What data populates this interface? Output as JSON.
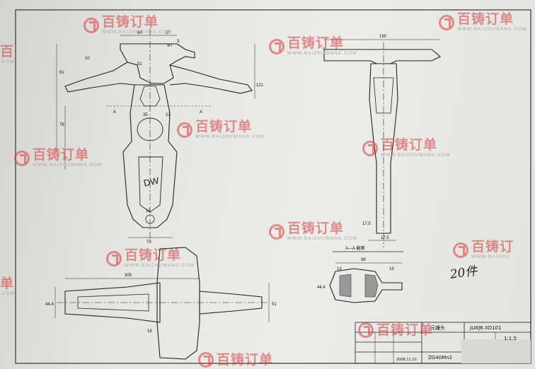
{
  "watermark": {
    "brand": "百铸订单",
    "url": "WWW.BAIZHUWANG.COM",
    "color": "#d63c3c"
  },
  "drawing": {
    "part_mark": "DW",
    "section_label": "A—A 截面",
    "section_marks": [
      "A",
      "A"
    ],
    "handwritten_note": "20件",
    "dimensions": {
      "top_64": "64",
      "top_27": "27",
      "dia": "Φ7",
      "d_3": "3",
      "d_51": "51",
      "d_10": "10",
      "d_91": "91",
      "d_121": "121",
      "d_190": "190",
      "d_35": "35",
      "d_22": "22",
      "d_79": "79",
      "d_16": "16",
      "d_76": "76",
      "d_305": "305",
      "d_44": "44.4",
      "d_51b": "51",
      "d_16b": "16",
      "d_98": "98",
      "d_13": "13",
      "d_19": "19",
      "d_44s": "44.4",
      "d_175": "17.5",
      "d_175b": "17.5"
    }
  },
  "title_block": {
    "part_name": "元锤头",
    "drawing_no": "JLWJ6.XD101",
    "material": "ZG40Mn2",
    "scale": "1:1.5",
    "date": "2008.11.10"
  }
}
